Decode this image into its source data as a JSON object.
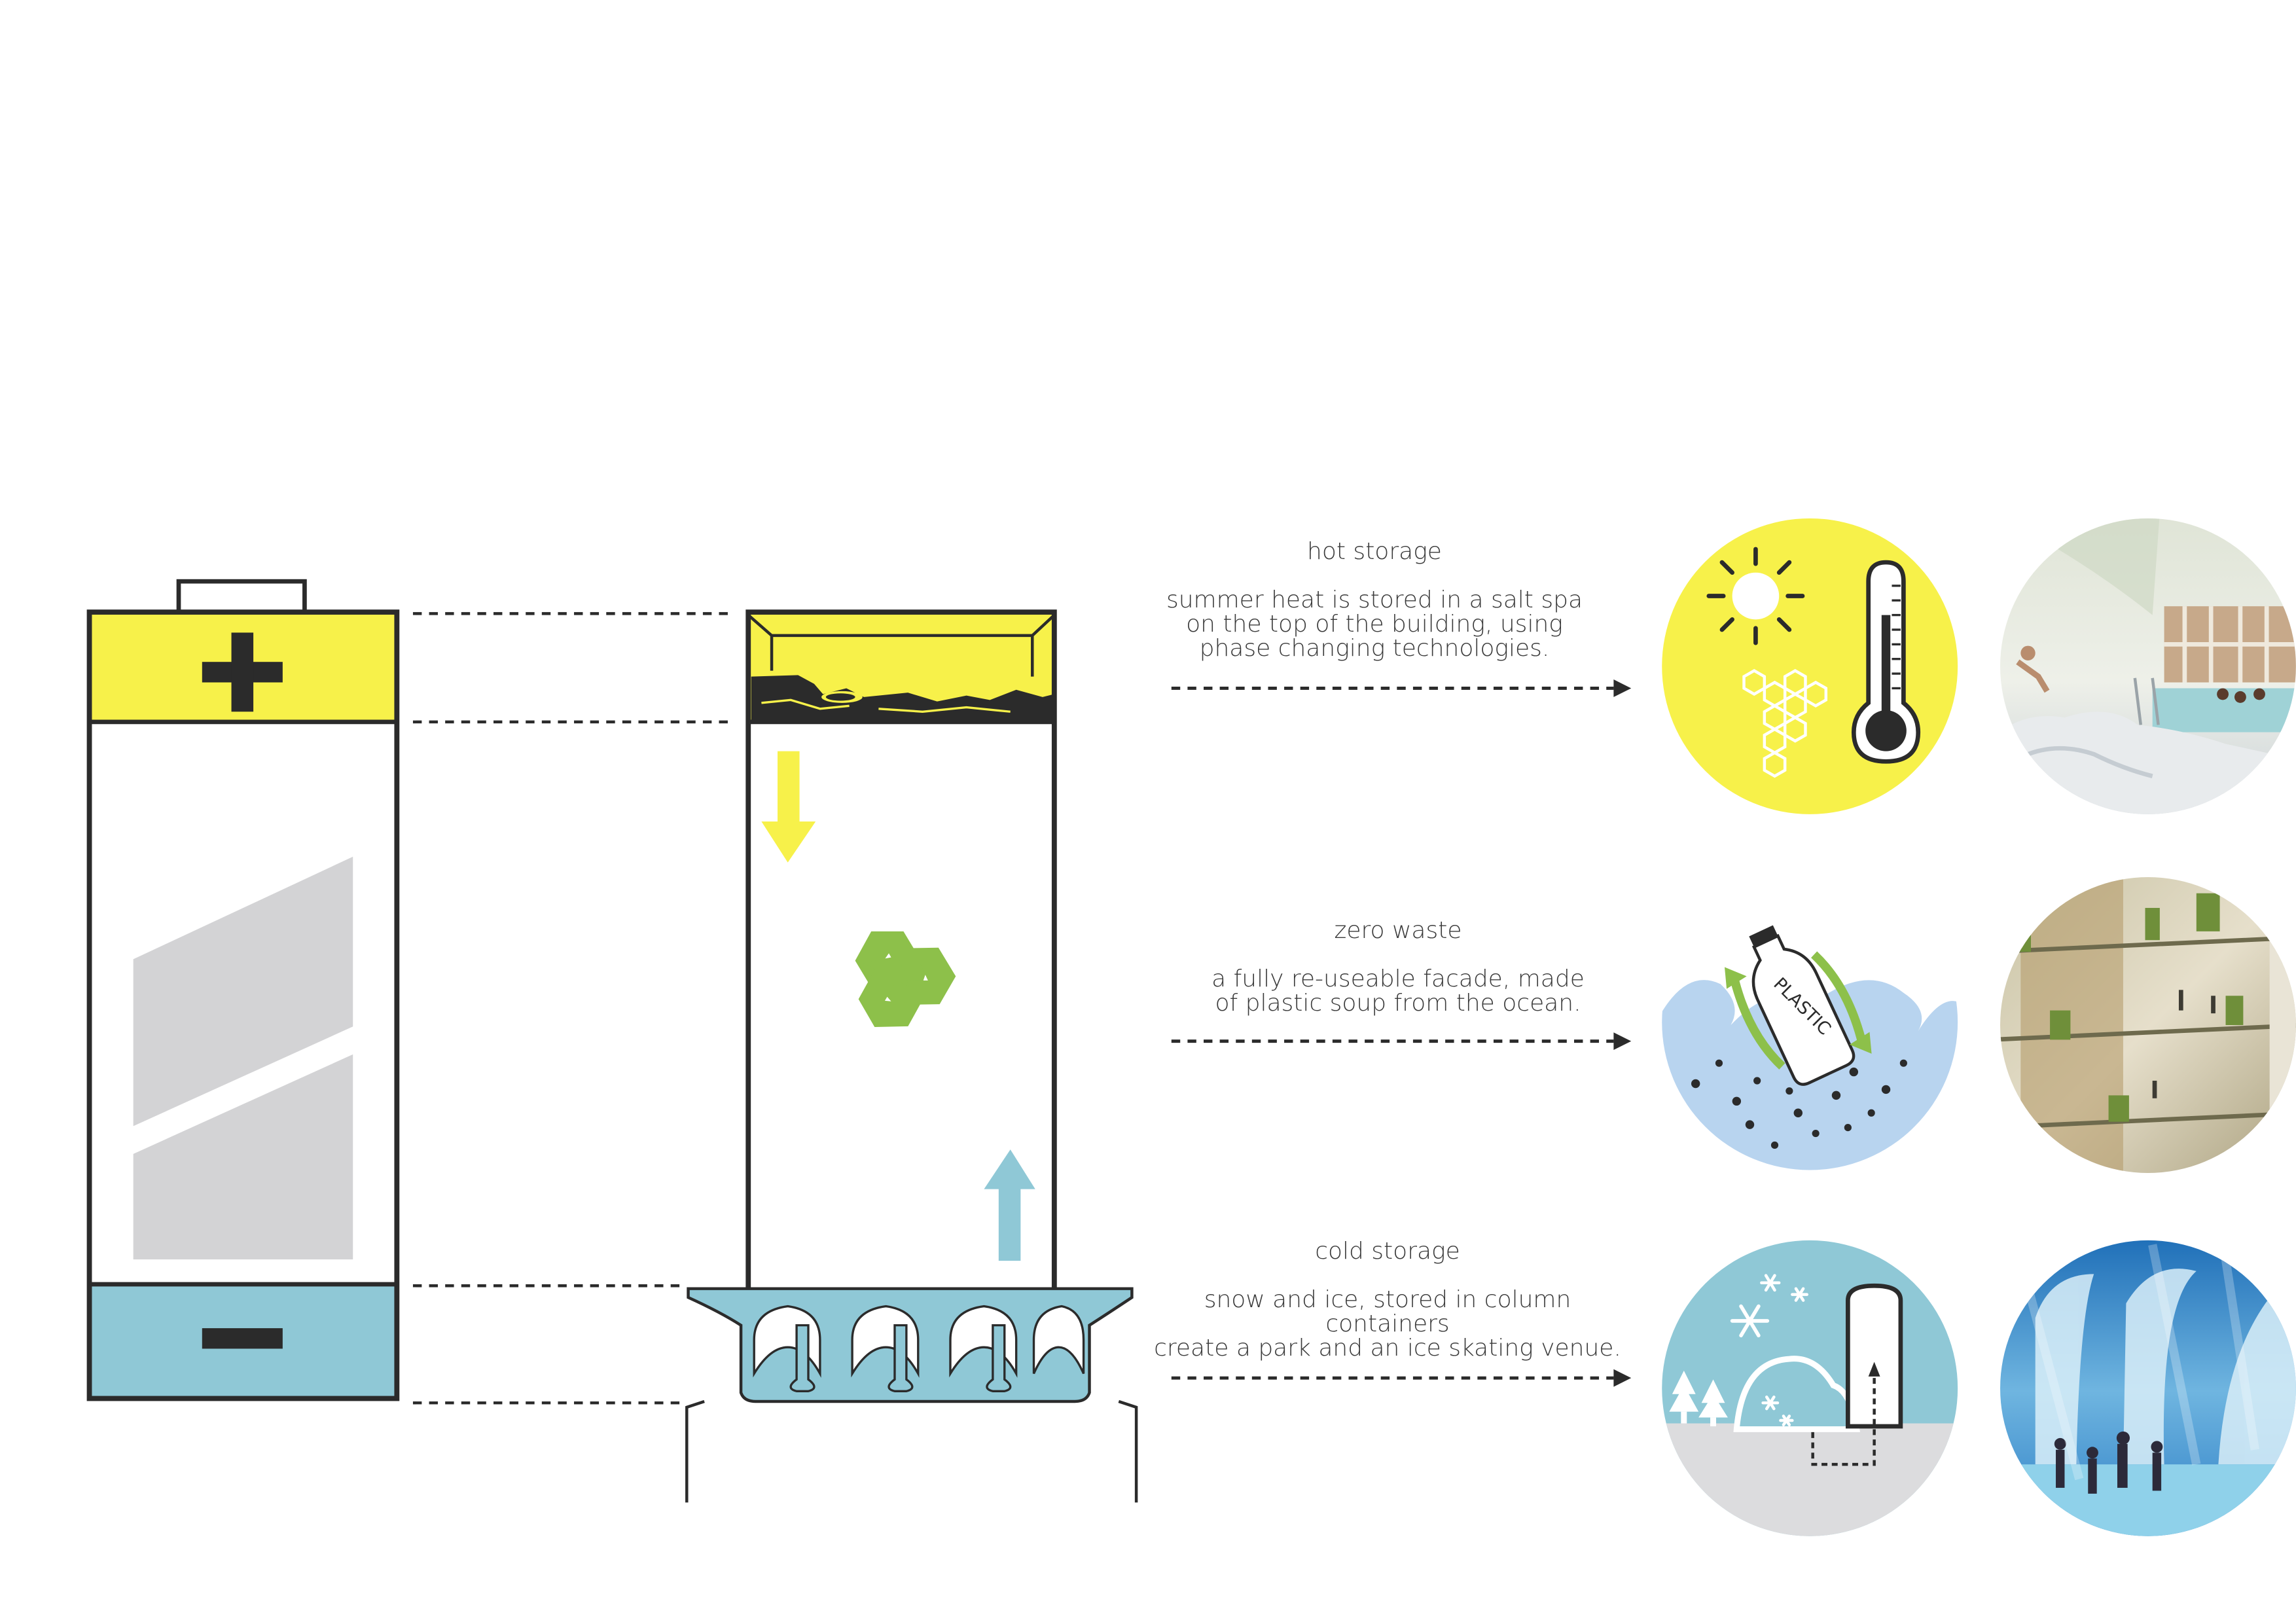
{
  "sections": [
    {
      "id": "hot",
      "heading": "hot storage",
      "description": [
        "summer heat is stored in a salt spa",
        "on the top of the building, using",
        "phase changing technologies."
      ],
      "icon_badge_color": "#f7f14a"
    },
    {
      "id": "waste",
      "heading": "zero waste",
      "description": [
        "a fully re-useable facade, made",
        "of plastic soup from the ocean."
      ],
      "icon_badge_color": "#b8d4ef",
      "bottle_label": "PLASTIC"
    },
    {
      "id": "cold",
      "heading": "cold storage",
      "description": [
        "snow and ice, stored in column",
        "containers",
        "create a park and an ice skating venue."
      ],
      "icon_badge_color": "#8fc8d6"
    }
  ],
  "colors": {
    "yellow": "#f7f14a",
    "blue": "#8fc8d6",
    "green": "#8dc04a",
    "grey_panel": "#d3d3d5",
    "outline": "#2b2b2b"
  },
  "icons": [
    "battery-icon",
    "plus-icon",
    "minus-icon",
    "recycle-icon",
    "sun-icon",
    "thermometer-icon",
    "honeycomb-icon",
    "plastic-bottle-icon",
    "snowflake-icon",
    "tree-icon"
  ]
}
